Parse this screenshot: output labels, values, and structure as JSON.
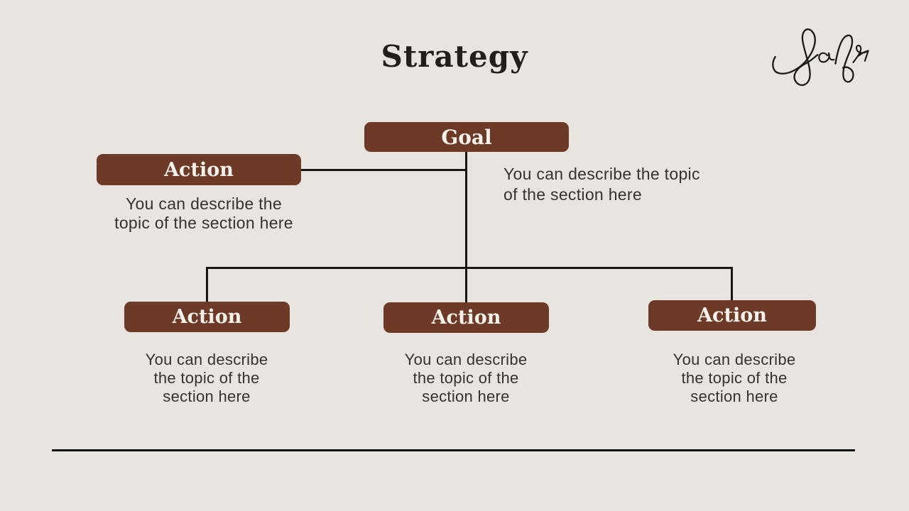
{
  "title": "Strategy",
  "colors": {
    "background": "#e8e4df",
    "box_fill": "#6e3a28",
    "box_text": "#f7f3ec",
    "connector_line": "#181512",
    "body_text": "#36322e",
    "title_text": "#211e1c"
  },
  "signature_icon": "signature-scribble-icon",
  "goal": {
    "label": "Goal",
    "description": {
      "line1": "You can describe the topic",
      "line2": "of the section here"
    }
  },
  "action_top": {
    "label": "Action",
    "description": {
      "line1": "You can describe the",
      "line2": "topic of the section here"
    }
  },
  "bottom_actions": [
    {
      "label": "Action",
      "description": {
        "line1": "You can describe",
        "line2": "the topic of the",
        "line3": "section here"
      }
    },
    {
      "label": "Action",
      "description": {
        "line1": "You can describe",
        "line2": "the topic of the",
        "line3": "section here"
      }
    },
    {
      "label": "Action",
      "description": {
        "line1": "You can describe",
        "line2": "the topic of the",
        "line3": "section here"
      }
    }
  ]
}
